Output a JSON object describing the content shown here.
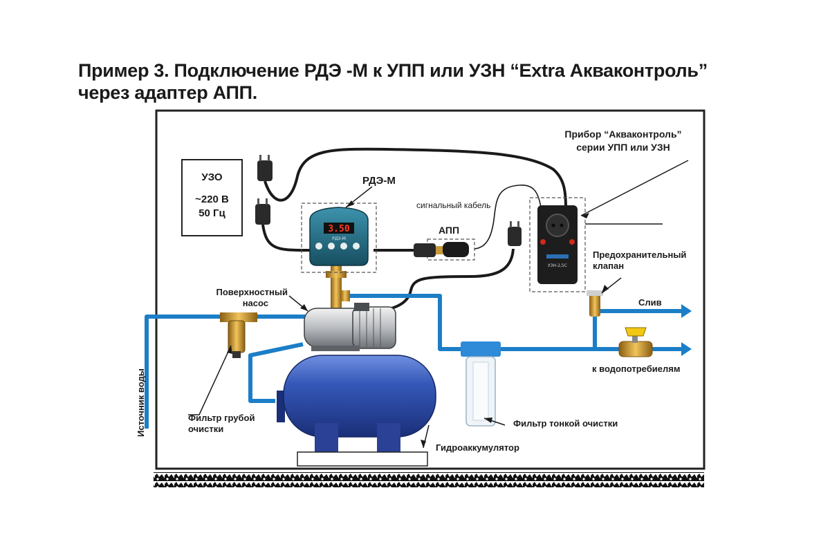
{
  "title": {
    "line1": "Пример 3. Подключение РДЭ -М к УПП или УЗН “Extra Акваконтроль”",
    "line2": "через адаптер АПП."
  },
  "uzo": {
    "label": "УЗО",
    "voltage": "~220 В",
    "freq": "50 Гц"
  },
  "rde": {
    "label": "РДЭ-М",
    "display": "3.50",
    "model": "РДЭ-М"
  },
  "signal_cable": "сигнальный кабель",
  "app_label": "АПП",
  "device": {
    "line1": "Прибор “Акваконтроль”",
    "line2": "серии УПП или УЗН",
    "model": "УЗН-2,5С"
  },
  "safety_valve": {
    "line1": "Предохранительный",
    "line2": "клапан"
  },
  "drain": "Слив",
  "consumers": "к водопотребиелям",
  "surface_pump": {
    "line1": "Поверхностный",
    "line2": "насос"
  },
  "water_source": "Источник воды",
  "coarse_filter": {
    "line1": "Фильтр грубой",
    "line2": "очистки"
  },
  "fine_filter": "Фильтр тонкой очистки",
  "accumulator": "Гидроаккумулятор",
  "colors": {
    "pipe": "#1b7ec7",
    "tank": "#2b4aa8",
    "controller": "#1f6f86",
    "display": "#d12a1a",
    "brass": "#c8952e"
  }
}
